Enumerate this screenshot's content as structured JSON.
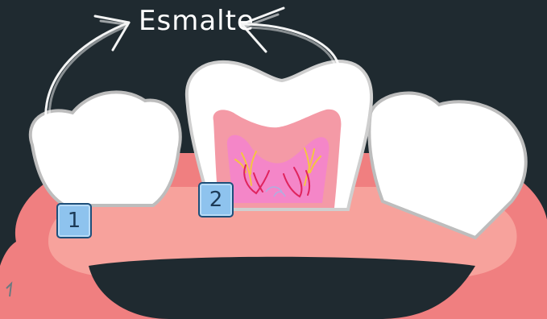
{
  "diagram": {
    "title": "Esmalte",
    "markers": [
      {
        "label": "1"
      },
      {
        "label": "2"
      }
    ]
  },
  "colors": {
    "background": "#1f2a30",
    "gum": "#f28a8a",
    "gum_light": "#f7a29c",
    "tooth": "#ffffff",
    "tooth_outline": "#bdbdbd",
    "dentin": "#f6a5b0",
    "pulp": "#f48fc8",
    "marker_fill": "#8ec3ee",
    "marker_border": "#1d4f7a"
  }
}
